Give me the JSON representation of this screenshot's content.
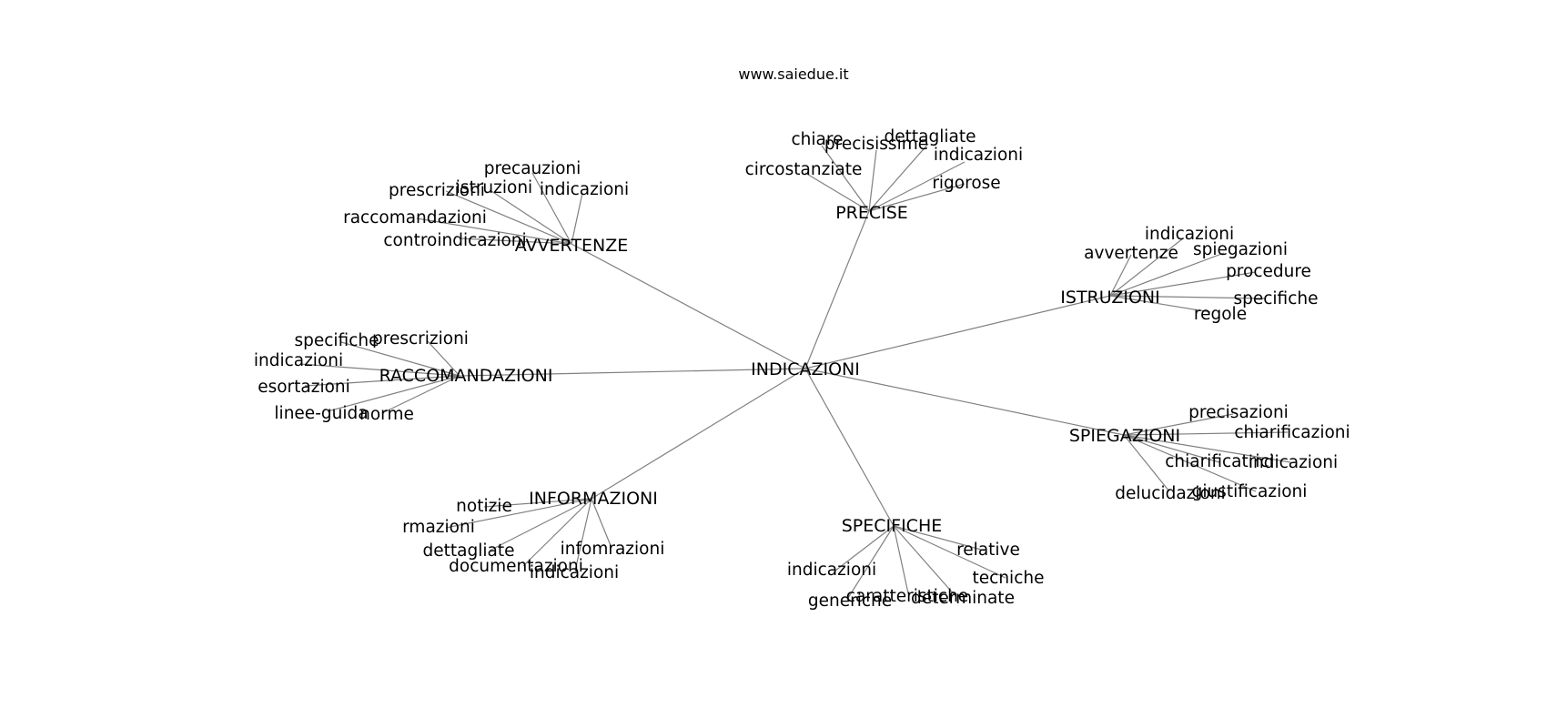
{
  "header": {
    "site": "www.saiedue.it"
  },
  "center": "INDICAZIONI",
  "clusters": [
    {
      "label": "PRECISE",
      "children": [
        "chiare",
        "precisissime",
        "dettagliate",
        "indicazioni",
        "circostanziate",
        "rigorose"
      ]
    },
    {
      "label": "AVVERTENZE",
      "children": [
        "precauzioni",
        "istruzioni",
        "indicazioni",
        "prescrizioni",
        "raccomandazioni",
        "controindicazioni"
      ]
    },
    {
      "label": "ISTRUZIONI",
      "children": [
        "indicazioni",
        "avvertenze",
        "spiegazioni",
        "procedure",
        "specifiche",
        "regole"
      ]
    },
    {
      "label": "RACCOMANDAZIONI",
      "children": [
        "specifiche",
        "prescrizioni",
        "indicazioni",
        "esortazioni",
        "linee-guida",
        "norme"
      ]
    },
    {
      "label": "SPIEGAZIONI",
      "children": [
        "precisazioni",
        "chiarificazioni",
        "chiarificatrici",
        "indicazioni",
        "giustificazioni",
        "delucidazioni"
      ]
    },
    {
      "label": "INFORMAZIONI",
      "children": [
        "notizie",
        "rmazioni",
        "dettagliate",
        "documentazioni",
        "infomrazioni",
        "indicazioni"
      ]
    },
    {
      "label": "SPECIFICHE",
      "children": [
        "relative",
        "tecniche",
        "indicazioni",
        "generiche",
        "caratteristiche",
        "determinate"
      ]
    }
  ]
}
